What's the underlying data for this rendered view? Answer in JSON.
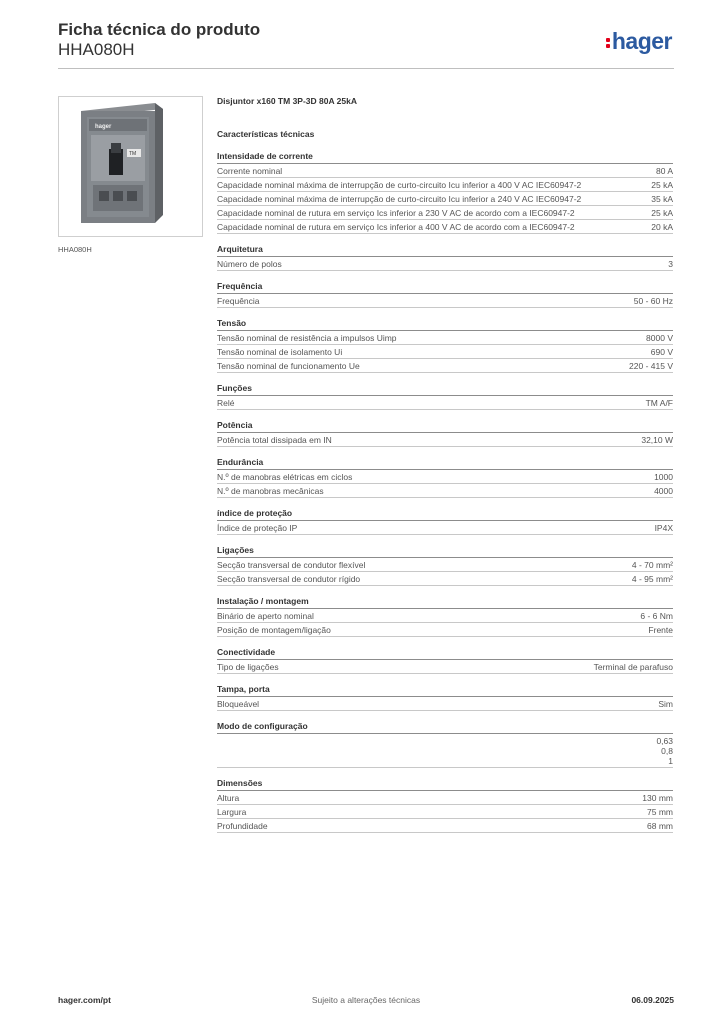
{
  "header": {
    "title": "Ficha técnica do produto",
    "code": "HHA080H",
    "logo": "hager"
  },
  "product": {
    "caption": "HHA080H",
    "name": "Disjuntor x160 TM 3P-3D 80A 25kA",
    "image_label": "hager",
    "image_rating": "TM",
    "section_title": "Características técnicas"
  },
  "sections": [
    {
      "title": "Intensidade de corrente",
      "rows": [
        {
          "label": "Corrente nominal",
          "value": "80 A"
        },
        {
          "label": "Capacidade nominal máxima de interrupção de curto-circuito Icu inferior a 400 V AC IEC60947-2",
          "value": "25 kA"
        },
        {
          "label": "Capacidade nominal máxima de interrupção de curto-circuito Icu inferior a 240 V AC IEC60947-2",
          "value": "35 kA"
        },
        {
          "label": "Capacidade nominal de rutura em serviço Ics inferior a 230 V AC de acordo com a IEC60947-2",
          "value": "25 kA"
        },
        {
          "label": "Capacidade nominal de rutura em serviço Ics inferior a 400 V AC de acordo com a IEC60947-2",
          "value": "20 kA"
        }
      ]
    },
    {
      "title": "Arquitetura",
      "rows": [
        {
          "label": "Número de polos",
          "value": "3"
        }
      ]
    },
    {
      "title": "Frequência",
      "rows": [
        {
          "label": "Frequência",
          "value": "50 - 60 Hz"
        }
      ]
    },
    {
      "title": "Tensão",
      "rows": [
        {
          "label": "Tensão nominal de resistência a impulsos Uimp",
          "value": "8000 V"
        },
        {
          "label": "Tensão nominal de isolamento Ui",
          "value": "690 V"
        },
        {
          "label": "Tensão nominal de funcionamento Ue",
          "value": "220 - 415 V"
        }
      ]
    },
    {
      "title": "Funções",
      "rows": [
        {
          "label": "Relé",
          "value": "TM A/F"
        }
      ]
    },
    {
      "title": "Potência",
      "rows": [
        {
          "label": "Potência total dissipada em IN",
          "value": "32,10 W"
        }
      ]
    },
    {
      "title": "Endurância",
      "rows": [
        {
          "label": "N.º de manobras elétricas em ciclos",
          "value": "1000"
        },
        {
          "label": "N.º de manobras mecânicas",
          "value": "4000"
        }
      ]
    },
    {
      "title": "índice de proteção",
      "rows": [
        {
          "label": "Índice de proteção IP",
          "value": "IP4X"
        }
      ]
    },
    {
      "title": "Ligações",
      "rows": [
        {
          "label": "Secção transversal de condutor flexível",
          "value": "4 - 70 mm²"
        },
        {
          "label": "Secção transversal de condutor rígido",
          "value": "4 - 95 mm²"
        }
      ]
    },
    {
      "title": "Instalação / montagem",
      "rows": [
        {
          "label": "Binário de aperto nominal",
          "value": "6 - 6 Nm"
        },
        {
          "label": "Posição de montagem/ligação",
          "value": "Frente"
        }
      ]
    },
    {
      "title": "Conectividade",
      "rows": [
        {
          "label": "Tipo de ligações",
          "value": "Terminal de parafuso"
        }
      ]
    },
    {
      "title": "Tampa, porta",
      "rows": [
        {
          "label": "Bloqueável",
          "value": "Sim"
        }
      ]
    },
    {
      "title": "Modo de configuração",
      "rows": [
        {
          "label": "",
          "value": "0,63\n0,8\n1"
        }
      ]
    },
    {
      "title": "Dimensões",
      "rows": [
        {
          "label": "Altura",
          "value": "130 mm"
        },
        {
          "label": "Largura",
          "value": "75 mm"
        },
        {
          "label": "Profundidade",
          "value": "68 mm"
        }
      ]
    }
  ],
  "footer": {
    "url": "hager.com/pt",
    "note": "Sujeito a alterações técnicas",
    "date": "06.09.2025"
  }
}
